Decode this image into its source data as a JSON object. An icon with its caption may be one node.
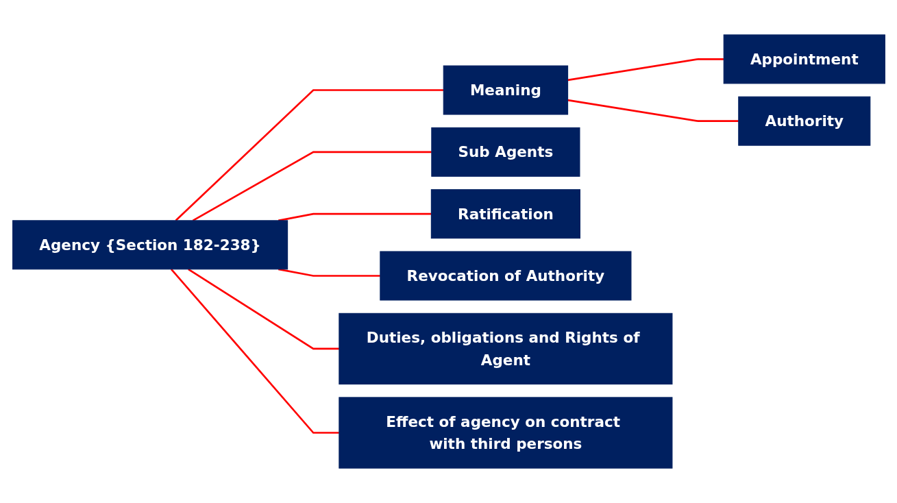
{
  "diagram": {
    "nodes": [
      {
        "text": [
          "Agency {Section 182-238}"
        ]
      },
      {
        "text": [
          "Meaning"
        ]
      },
      {
        "text": [
          "Appointment"
        ]
      },
      {
        "text": [
          "Authority"
        ]
      },
      {
        "text": [
          "Sub Agents"
        ]
      },
      {
        "text": [
          "Ratification"
        ]
      },
      {
        "text": [
          "Revocation of Authority"
        ]
      },
      {
        "text": [
          "Duties, obligations and Rights of Agent"
        ]
      },
      {
        "text": [
          "Effect of agency on contract with third persons"
        ]
      }
    ],
    "edges": [
      {
        "from": 0,
        "to": 1,
        "arrow": "none"
      },
      {
        "from": 0,
        "to": 4,
        "arrow": "none"
      },
      {
        "from": 0,
        "to": 5,
        "arrow": "none"
      },
      {
        "from": 0,
        "to": 6,
        "arrow": "none"
      },
      {
        "from": 0,
        "to": 7,
        "arrow": "none"
      },
      {
        "from": 0,
        "to": 8,
        "arrow": "none"
      },
      {
        "from": 1,
        "to": 2,
        "arrow": "none"
      },
      {
        "from": 1,
        "to": 3,
        "arrow": "none"
      }
    ]
  }
}
